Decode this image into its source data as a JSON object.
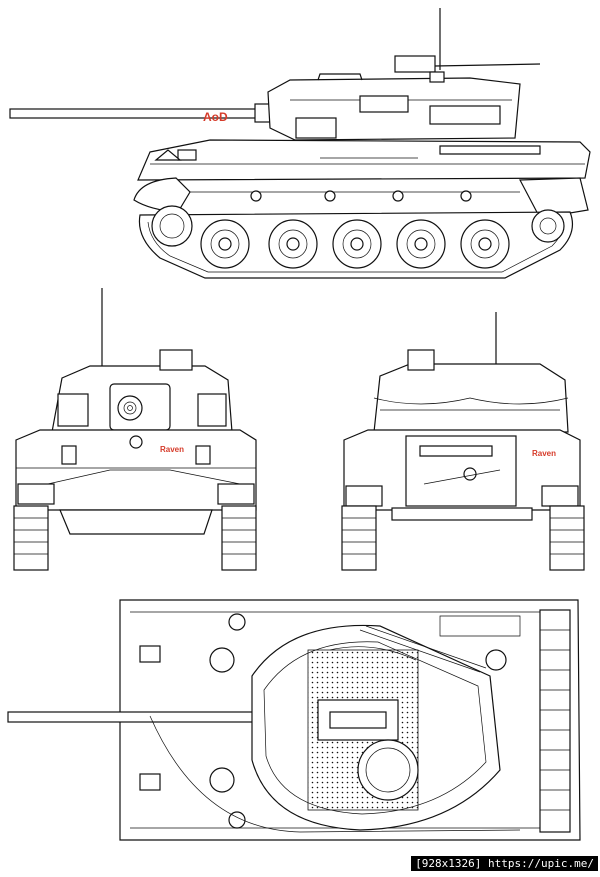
{
  "labels": {
    "side_tag": "AoD",
    "front_tag": "Raven",
    "rear_tag": "Raven"
  },
  "watermark": "[928x1326] https://upic.me/",
  "colors": {
    "ink": "#111111",
    "tag": "#d63b2a",
    "background": "#ffffff"
  }
}
